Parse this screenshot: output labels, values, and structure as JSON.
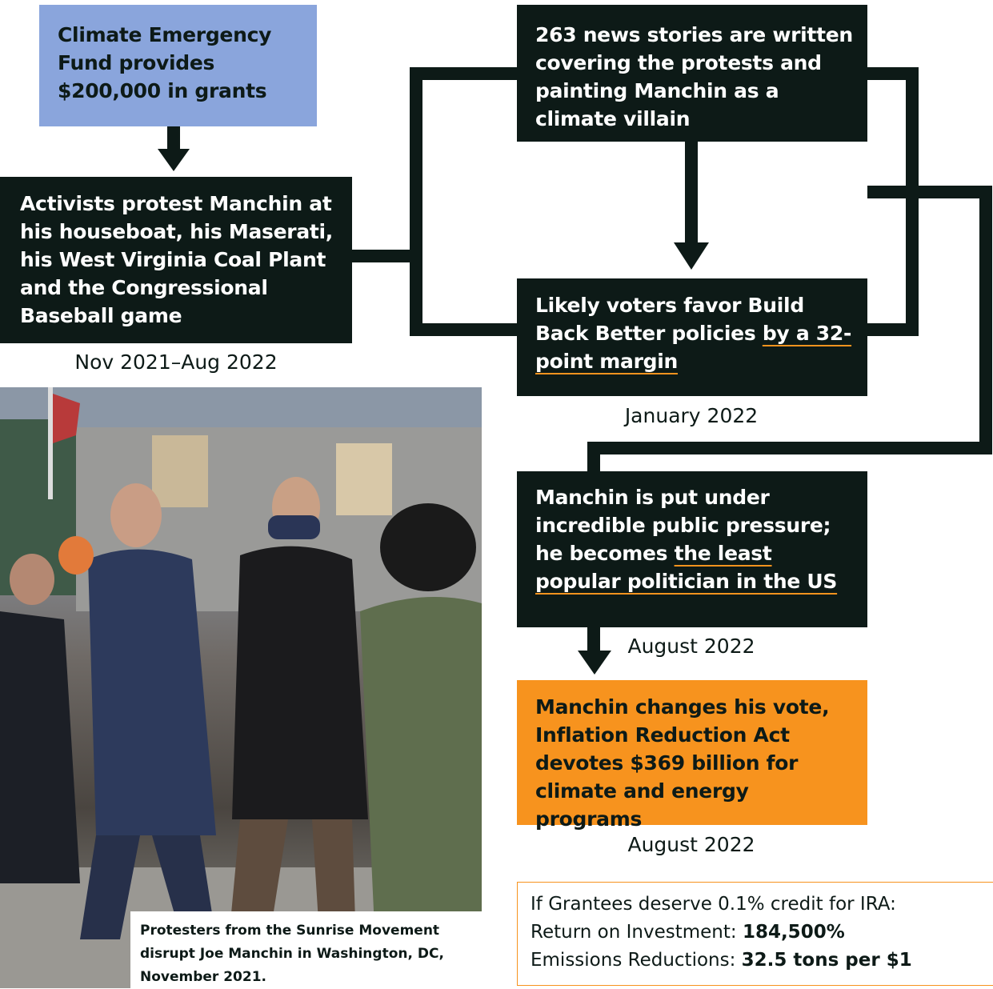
{
  "boxes": {
    "grants": "Climate Emergency Fund provides $200,000 in grants",
    "protest": "Activists protest Manchin at his houseboat, his Maserati, his West Virginia Coal Plant and the Congressional Baseball game",
    "news": "263 news stories are written covering the protests and painting Manchin as a climate villain",
    "voters_pre": "Likely voters favor Build Back Better policies ",
    "voters_link": "by a 32-point margin",
    "pressure_pre": "Manchin is put under incredible public pressure; he becomes ",
    "pressure_link": "the least popular politician in the US",
    "vote": "Manchin changes his vote, Inflation Reduction Act devotes $369 billion for climate and energy programs"
  },
  "dates": {
    "protest": "Nov 2021–Aug 2022",
    "voters": "January 2022",
    "pressure": "August 2022",
    "vote": "August 2022"
  },
  "photo": {
    "caption": "Protesters from the Sunrise Movement disrupt Joe Manchin in Washington, DC, November 2021."
  },
  "roi": {
    "line1": "If Grantees deserve 0.1% credit for IRA:",
    "roi_label": "Return on Investment: ",
    "roi_value": "184,500%",
    "emissions_label": "Emissions Reductions: ",
    "emissions_value": "32.5 tons per $1"
  },
  "colors": {
    "dark": "#0d1a17",
    "blue": "#8aa5dc",
    "orange": "#f7931e"
  }
}
